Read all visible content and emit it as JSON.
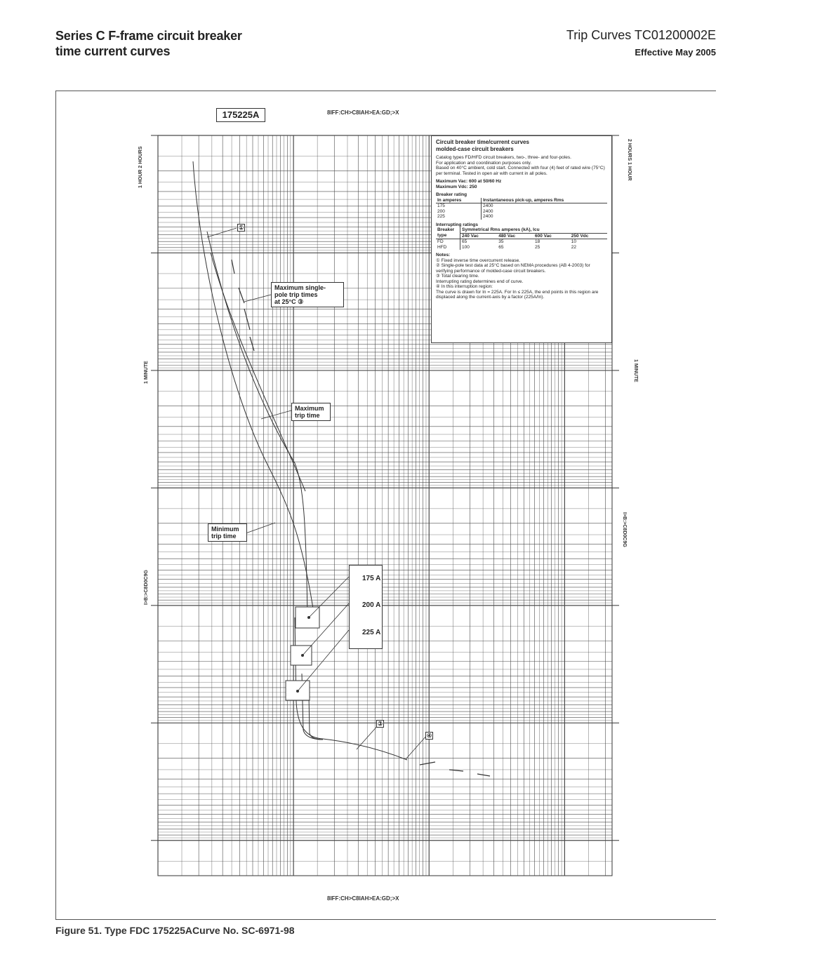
{
  "header": {
    "title_line1": "Series C F-frame circuit breaker",
    "title_line2": "time current curves",
    "doc_ref": "Trip Curves TC01200002E",
    "effective": "Effective May 2005"
  },
  "chart_id": "175225A",
  "axis": {
    "top_title": "8IFF:CH>C8IAH>EA:GD;>X",
    "bottom_title": "8IFF:CH>C8IAH>EA:GD;>X",
    "left_hours": "1 HOUR  2 HOURS",
    "right_hours": "2 HOURS  1 HOUR",
    "left_minute": "1 MINUTE",
    "right_minute": "1 MINUTE",
    "left_seconds": "I>B:>C8D0C9G",
    "right_seconds": "I>B:>C8D0C9G"
  },
  "annotations": {
    "max_single_pole": "Maximum single-\npole trip times\nat 25°C  ③",
    "max_trip": "Maximum\ntrip time",
    "min_trip": "Minimum\ntrip time",
    "note_mark_1": "①",
    "note_mark_3": "③",
    "note_mark_4": "④"
  },
  "curve_tags": [
    "175 A",
    "200 A",
    "225 A"
  ],
  "legend": {
    "title1": "Circuit breaker time/current curves",
    "title2": "molded-case circuit breakers",
    "desc1": "Catalog types FD/HFD circuit breakers, two-, three- and four-poles.",
    "desc2": "For application and coordination purposes only.",
    "desc3": "Based on 40°C ambient, cold start. Connected with four (4) feet of rated wire (75°C) per terminal. Tested in open air with current in all poles.",
    "max_vac": "Maximum Vac: 600 at 50/60 Hz",
    "max_vdc": "Maximum Vdc: 250",
    "rating_title": "Breaker rating",
    "rating_col1": "In amperes",
    "rating_col2": "Instantaneous pick-up, amperes Rms",
    "ratings": [
      [
        "175",
        "2400"
      ],
      [
        "200",
        "2400"
      ],
      [
        "225",
        "2400"
      ]
    ],
    "int_title": "Interrupting ratings",
    "int_col1": "Breaker type",
    "int_col2": "Symmetrical Rms amperes (kA), Icu",
    "int_voltages": [
      "240 Vac",
      "480 Vac",
      "600 Vac",
      "250 Vdc"
    ],
    "int_rows": [
      [
        "FD",
        "65",
        "35",
        "18",
        "10"
      ],
      [
        "HFD",
        "100",
        "65",
        "25",
        "22"
      ]
    ],
    "notes_title": "Notes:",
    "notes": [
      "① Fixed inverse time overcurrent release.",
      "② Single-pole test data at 25°C based on NEMA procedures (AB 4-2003) for verifying performance of molded-case circuit breakers.",
      "③ Total clearing time.",
      "   Interrupting rating determines end of curve.",
      "④ In this interruption region:",
      "   The curve is drawn for In = 225A. For In ≤ 225A, the end points in this region are displaced along the current-axis by a factor (225A/In)."
    ]
  },
  "caption": "Figure 51. Type FDC 175225ACurve No. SC-6971-98",
  "colors": {
    "ink": "#333333",
    "grid": "#4a4a4a"
  }
}
